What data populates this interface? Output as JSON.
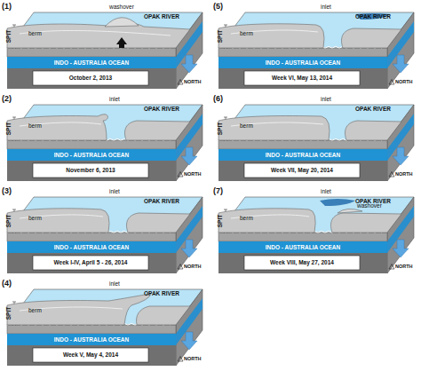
{
  "diagram": {
    "labels": [
      "(1)",
      "OPAK RIVER",
      "SPIT",
      "berm",
      "washover",
      "INDO - AUSTRALIA OCEAN",
      "October 2, 2013",
      "NORTH",
      "(2)",
      "OPAK RIVER",
      "SPIT",
      "berm",
      "inlet",
      "INDO - AUSTRALIA OCEAN",
      "November 6, 2013",
      "NORTH",
      "(3)",
      "OPAK RIVER",
      "SPIT",
      "berm",
      "inlet",
      "INDO - AUSTRALIA OCEAN",
      "Week I-IV, April 5 - 26, 2014",
      "NORTH",
      "(4)",
      "OPAK RIVER",
      "SPIT",
      "berm",
      "inlet",
      "INDO - AUSTRALIA OCEAN",
      "Week V, May 4, 2014",
      "NORTH",
      "(5)",
      "OPAK RIVER",
      "SPIT",
      "berm",
      "inlet",
      "INDO - AUSTRALIA OCEAN",
      "Week VI, May 13, 2014",
      "NORTH",
      "(6)",
      "OPAK RIVER",
      "SPIT",
      "berm",
      "inlet",
      "INDO - AUSTRALIA OCEAN",
      "Week VII, May 20, 2014",
      "NORTH",
      "(7)",
      "OPAK RIVER",
      "SPIT",
      "berm",
      "inlet",
      "washover",
      "INDO - AUSTRALIA OCEAN",
      "Week VIII, May 27, 2014",
      "NORTH"
    ]
  }
}
